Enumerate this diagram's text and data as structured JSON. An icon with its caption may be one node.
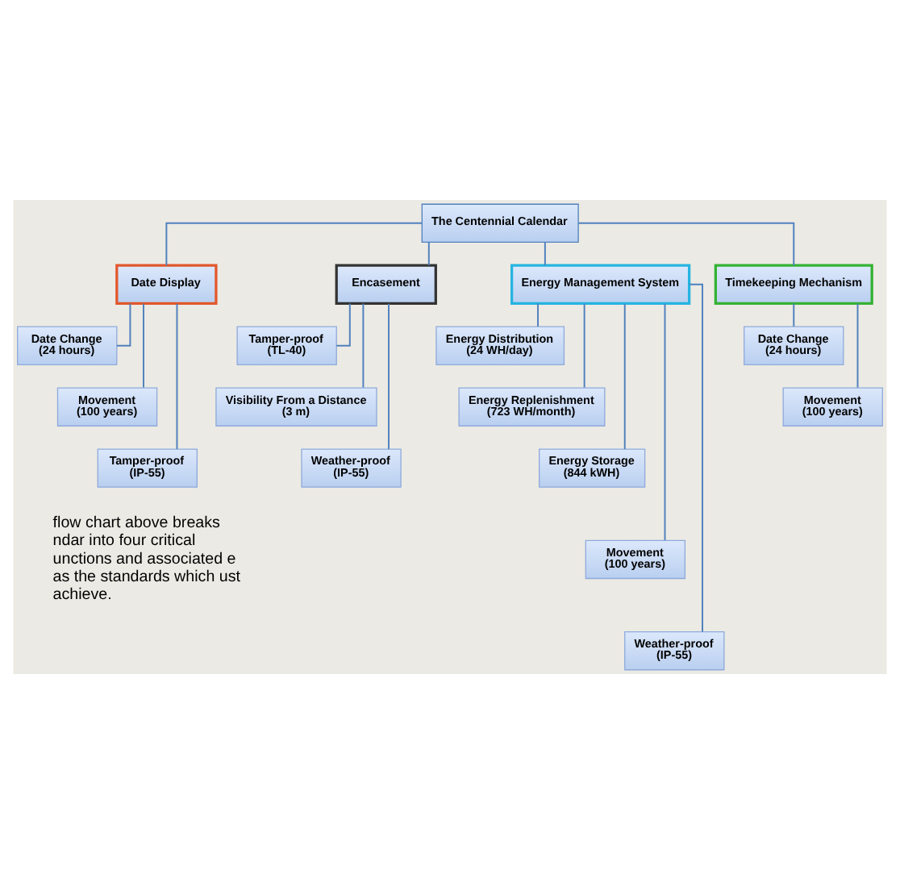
{
  "diagram": {
    "nodes": [
      {
        "text": [
          "The Centennial Calendar"
        ]
      },
      {
        "text": [
          "Date Display"
        ]
      },
      {
        "text": [
          "Encasement"
        ]
      },
      {
        "text": [
          "Energy Management System"
        ]
      },
      {
        "text": [
          "Timekeeping Mechanism"
        ]
      },
      {
        "text": [
          "Date Change",
          "(24 hours)"
        ]
      },
      {
        "text": [
          "Movement",
          "(100 years)"
        ]
      },
      {
        "text": [
          "Tamper-proof",
          "(IP-55)"
        ]
      },
      {
        "text": [
          "Tamper-proof",
          "(TL-40)"
        ]
      },
      {
        "text": [
          "Visibility From a Distance",
          "(3 m)"
        ]
      },
      {
        "text": [
          "Weather-proof",
          "(IP-55)"
        ]
      },
      {
        "text": [
          "Energy Distribution",
          "(24 WH/day)"
        ]
      },
      {
        "text": [
          "Energy Replenishment",
          "(723 WH/month)"
        ]
      },
      {
        "text": [
          "Energy Storage",
          "(844 kWH)"
        ]
      },
      {
        "text": [
          "Movement",
          "(100 years)"
        ]
      },
      {
        "text": [
          "Weather-proof",
          "(IP-55)"
        ]
      },
      {
        "text": [
          "Date Change",
          "(24 hours)"
        ]
      },
      {
        "text": [
          "Movement",
          "(100 years)"
        ]
      }
    ],
    "edges": [
      {
        "from": 0,
        "to": 1,
        "arrow": "none"
      },
      {
        "from": 0,
        "to": 2,
        "arrow": "none"
      },
      {
        "from": 0,
        "to": 3,
        "arrow": "none"
      },
      {
        "from": 0,
        "to": 4,
        "arrow": "none"
      },
      {
        "from": 1,
        "to": 5,
        "arrow": "none"
      },
      {
        "from": 1,
        "to": 6,
        "arrow": "none"
      },
      {
        "from": 1,
        "to": 7,
        "arrow": "none"
      },
      {
        "from": 2,
        "to": 8,
        "arrow": "none"
      },
      {
        "from": 2,
        "to": 9,
        "arrow": "none"
      },
      {
        "from": 2,
        "to": 10,
        "arrow": "none"
      },
      {
        "from": 3,
        "to": 11,
        "arrow": "none"
      },
      {
        "from": 3,
        "to": 12,
        "arrow": "none"
      },
      {
        "from": 3,
        "to": 13,
        "arrow": "none"
      },
      {
        "from": 3,
        "to": 14,
        "arrow": "none"
      },
      {
        "from": 3,
        "to": 15,
        "arrow": "none"
      },
      {
        "from": 4,
        "to": 16,
        "arrow": "none"
      },
      {
        "from": 4,
        "to": 17,
        "arrow": "none"
      }
    ],
    "labels": [
      "flow chart above breaks ndar into four critical unctions and associated e as the standards which ust achieve."
    ]
  }
}
